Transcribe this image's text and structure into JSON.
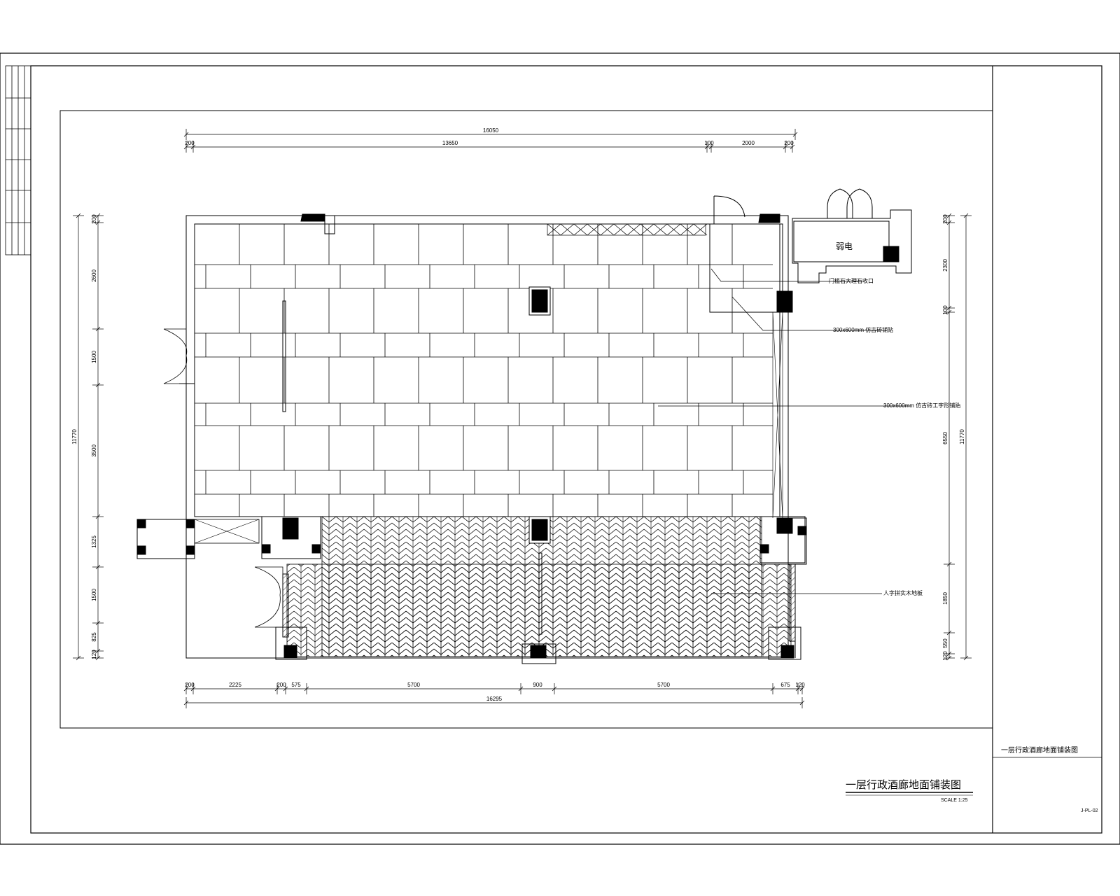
{
  "drawing": {
    "title": "一层行政酒廊地面铺装图",
    "scale": "SCALE 1:25",
    "side_title": "一层行政酒廊地面铺装图",
    "sheet_number": "J-PL-02"
  },
  "room_label": "弱电",
  "dimensions": {
    "top_overall": "16050",
    "top_segments": [
      "200",
      "13650",
      "100",
      "2000",
      "200"
    ],
    "bottom_overall": "16295",
    "bottom_segments": [
      "200",
      "2225",
      "200",
      "575",
      "5700",
      "900",
      "5700",
      "675",
      "120"
    ],
    "left_overall": "11770",
    "left_segments": [
      "200",
      "2600",
      "1500",
      "3500",
      "1325",
      "1500",
      "825",
      "120"
    ],
    "right_overall": "11770",
    "right_segments": [
      "200",
      "2300",
      "100",
      "6550",
      "1850",
      "550",
      "120"
    ]
  },
  "notes": [
    "门槛石大理石收口",
    "300x600mm 仿古砖铺贴",
    "300x600mm 仿古砖工字形铺贴",
    "人字拼实木地板"
  ]
}
